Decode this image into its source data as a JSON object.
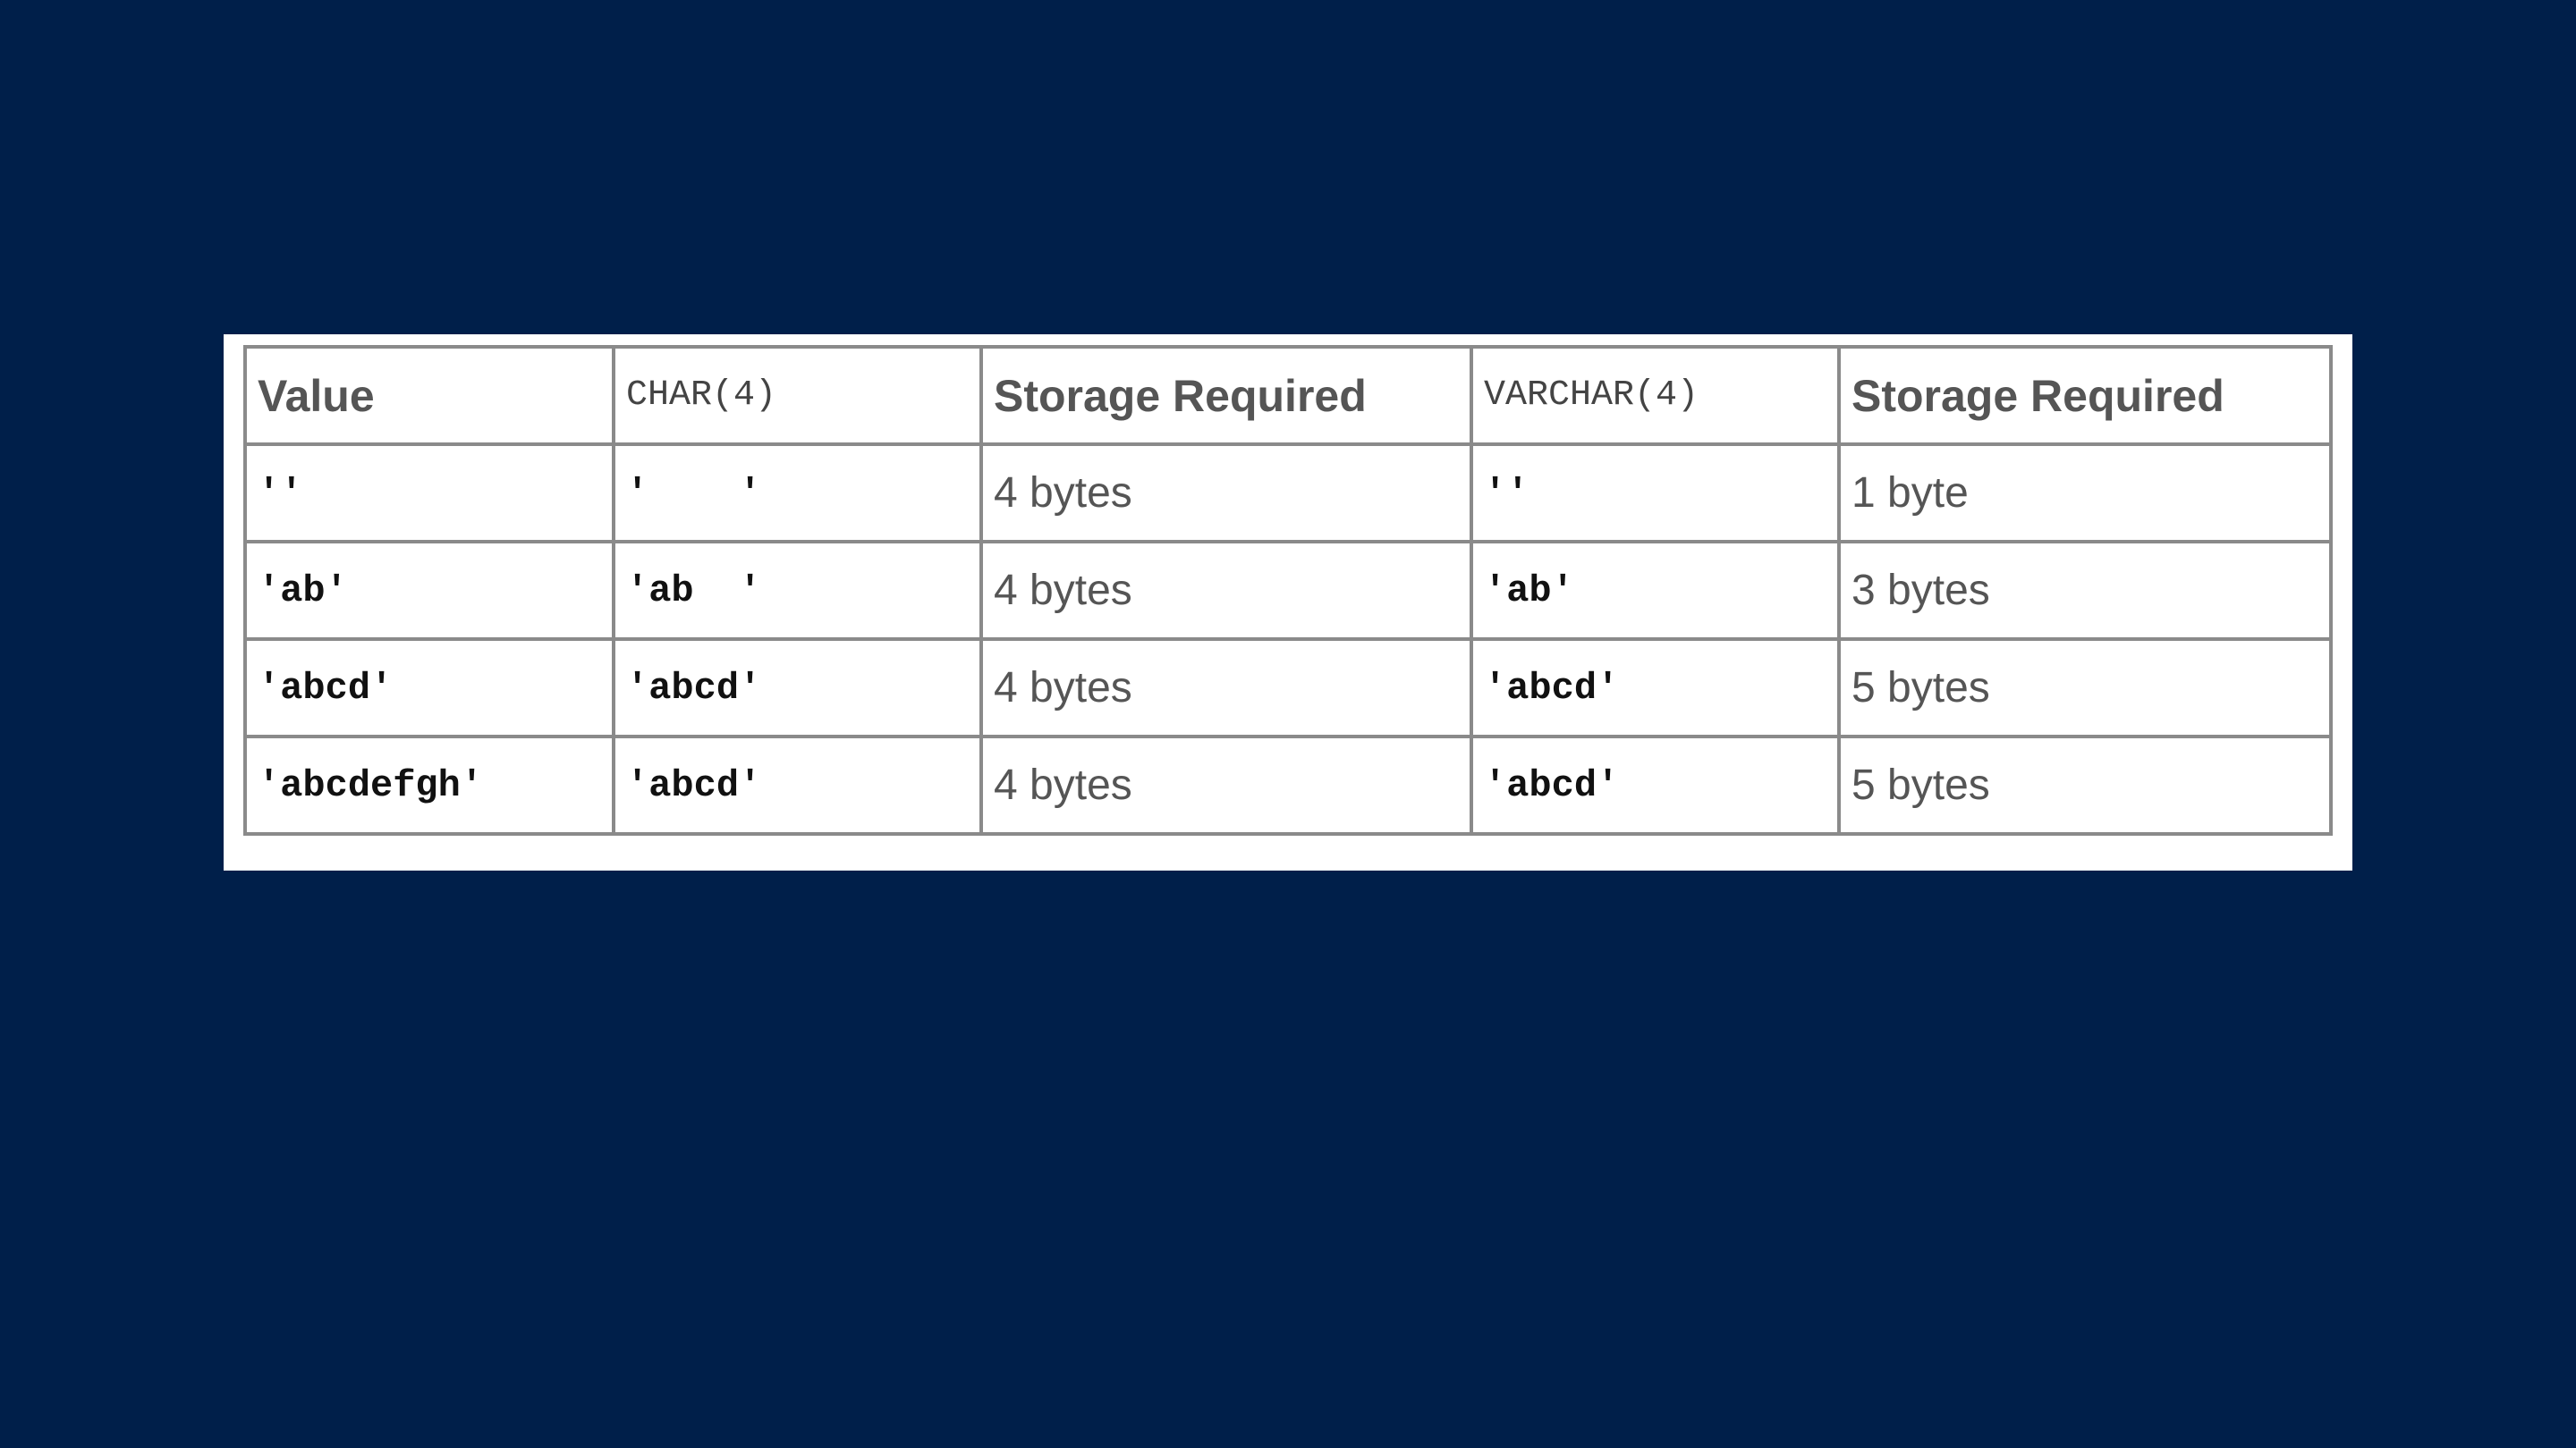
{
  "table": {
    "headers": [
      "Value",
      "CHAR(4)",
      "Storage Required",
      "VARCHAR(4)",
      "Storage Required"
    ],
    "rows": [
      [
        "''",
        "'    '",
        "4 bytes",
        "''",
        "1 byte"
      ],
      [
        "'ab'",
        "'ab  '",
        "4 bytes",
        "'ab'",
        "3 bytes"
      ],
      [
        "'abcd'",
        "'abcd'",
        "4 bytes",
        "'abcd'",
        "5 bytes"
      ],
      [
        "'abcdefgh'",
        "'abcd'",
        "4 bytes",
        "'abcd'",
        "5 bytes"
      ]
    ]
  },
  "colors": {
    "background": "#001f4a",
    "card": "#ffffff",
    "border": "#8a8a8a",
    "text": "#555555"
  }
}
